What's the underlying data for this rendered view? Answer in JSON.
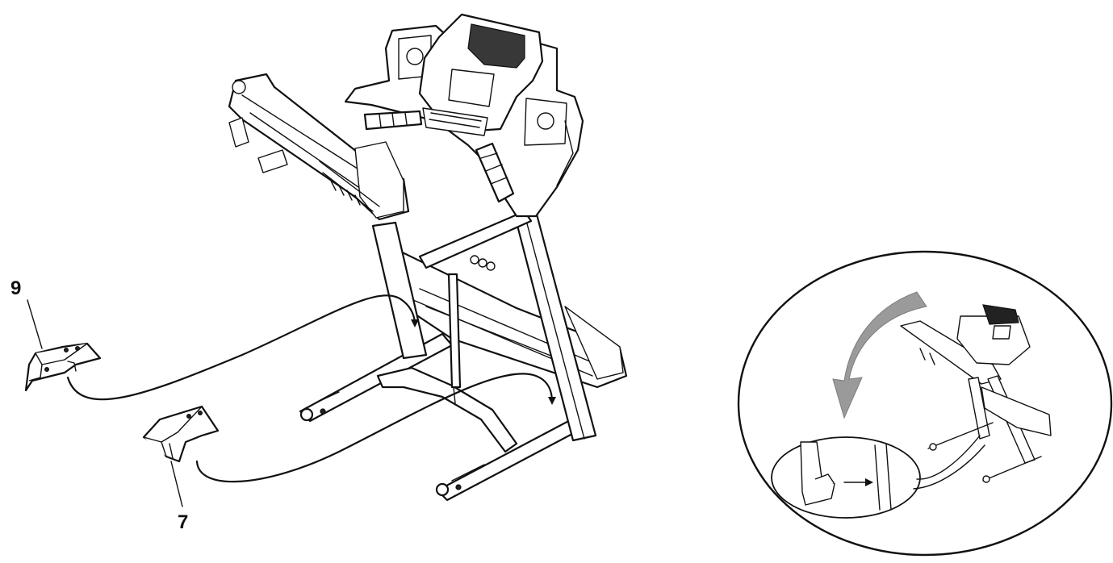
{
  "figure": {
    "part_labels": [
      {
        "id": "9",
        "text": "9"
      },
      {
        "id": "7",
        "text": "7"
      }
    ],
    "colors": {
      "line": "#111111",
      "background": "#ffffff",
      "fold_arrow": "#9a9a9a"
    },
    "icons": [
      "treadmill-illustration",
      "end-cap-part-9",
      "end-cap-part-7",
      "install-arrow",
      "fold-arrow",
      "foot-pedal-detail"
    ]
  }
}
